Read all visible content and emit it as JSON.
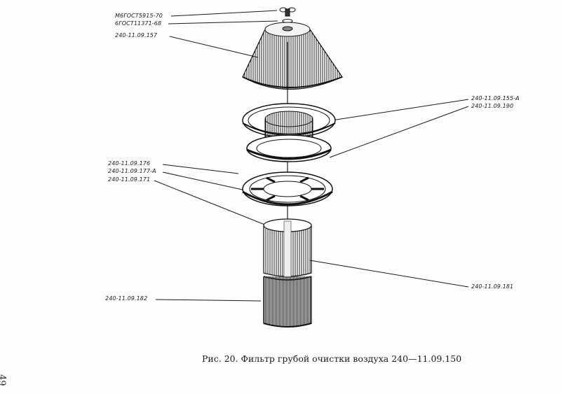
{
  "labels": {
    "wingnut": "М6ГОСТ5915-70",
    "washer": "6ГОСТ11371-68",
    "cone": "240-11.09.157",
    "ring_top": "240-11.09.155-А",
    "ring_mid": "240-11.09.190",
    "ring_176": "240-11.09.176",
    "ring_177": "240-11.09.177-А",
    "rod": "240-11.09.171",
    "cylinder_upper": "240-11.09.181",
    "cylinder_lower": "240-11.09.182"
  },
  "caption": "Рис. 20. Фильтр грубой очистки воздуха 240—11.09.150",
  "page_number": "49",
  "colors": {
    "ink": "#1a1a1a",
    "paper": "#fdfdfd"
  }
}
